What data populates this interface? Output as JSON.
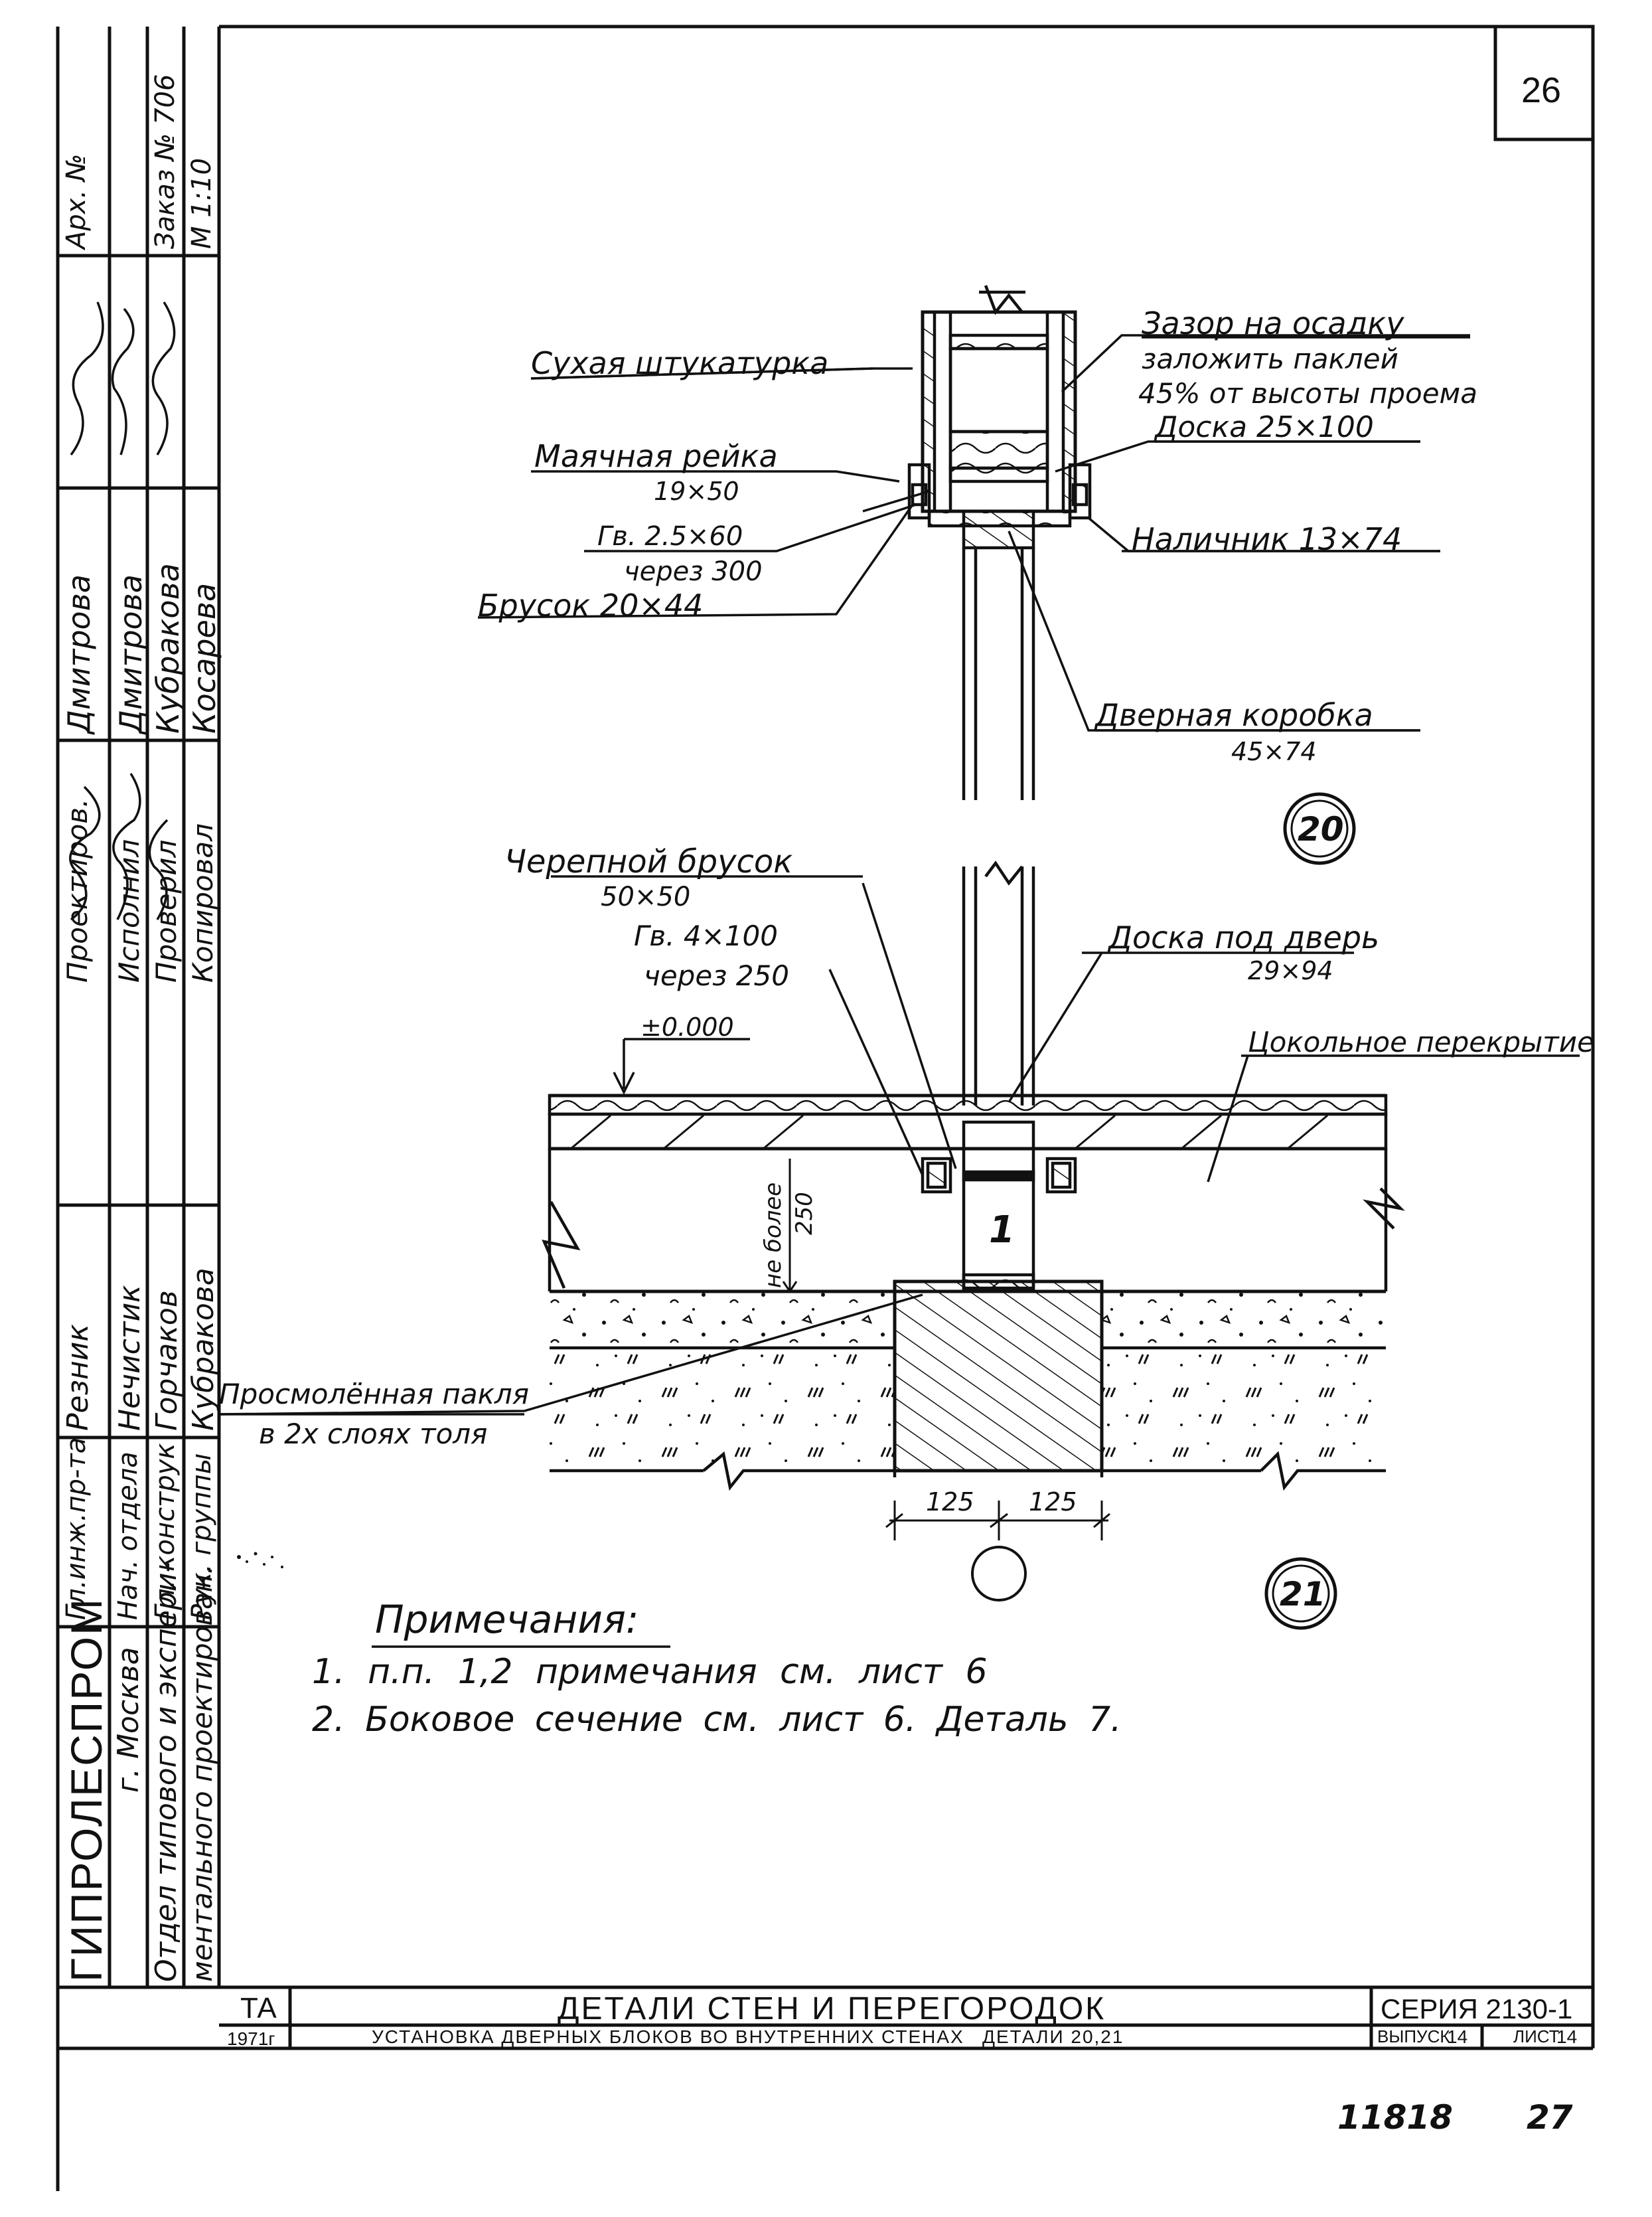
{
  "sheet_number": "26",
  "left_column": {
    "org_name": "ГИПРОЛЕСПРОМ",
    "org_city": "г. Москва",
    "org_dept_line1": "Отдел типового и экспери-",
    "org_dept_line2": "ментального проектирован.",
    "roles": [
      "Гл.инж.пр-та",
      "Нач. отдела",
      "Гл. конструк",
      "Рук. группы"
    ],
    "names": [
      "Резник",
      "Нечистик",
      "Горчаков",
      "Кубракова"
    ],
    "roles2": [
      "Проектиров.",
      "Исполнил",
      "Проверил",
      "Копировал"
    ],
    "names2": [
      "Дмитрова",
      "Дмитрова",
      "Кубракова",
      "Косарева"
    ],
    "arch_no": "Арх. №",
    "order_no": "Заказ № 706",
    "scale": "М 1:10"
  },
  "labels_20": {
    "dry_plaster": "Сухая штукатурка",
    "gap_title": "Зазор на осадку",
    "gap_line2": "заложить паклей",
    "gap_line3": "45% от высоты проема",
    "board": "Доска 25×100",
    "beacon_rail": "Маячная рейка",
    "beacon_size": "19×50",
    "nail": "Гв. 2.5×60",
    "nail_step": "через 300",
    "bar": "Брусок 20×44",
    "casing": "Наличник 13×74",
    "door_frame": "Дверная коробка",
    "door_frame_size": "45×74",
    "detail_no": "20"
  },
  "labels_21": {
    "cranial_bar": "Черепной брусок",
    "cranial_size": "50×50",
    "nail": "Гв. 4×100",
    "nail_step": "через 250",
    "level": "±0.000",
    "door_board": "Доска под дверь",
    "door_board_size": "29×94",
    "plinth_floor": "Цокольное перекрытие",
    "not_more": "не более",
    "not_more_val": "250",
    "block_no": "1",
    "tow_line1": "Просмолённая пакля",
    "tow_line2": "в 2х слоях толя",
    "dim_left": "125",
    "dim_right": "125",
    "detail_no": "21"
  },
  "notes": {
    "title": "Примечания:",
    "items": [
      "1. п.п. 1,2 примечания см. лист 6",
      "2. Боковое сечение см. лист 6. Деталь 7."
    ]
  },
  "title_block": {
    "code": "ТА",
    "year": "1971г",
    "title": "ДЕТАЛИ СТЕН И ПЕРЕГОРОДОК",
    "subtitle_line1": "УСТАНОВКА ДВЕРНЫХ БЛОКОВ ВО ВНУТРЕННИХ СТЕНАХ",
    "subtitle_line2": "ДЕТАЛИ 20,21",
    "series": "СЕРИЯ 2130-1",
    "issue_label": "ВЫПУСК",
    "issue_value": "14",
    "sheet_label": "ЛИСТ",
    "sheet_value": "14"
  },
  "footer": {
    "archive": "11818",
    "page": "27"
  }
}
